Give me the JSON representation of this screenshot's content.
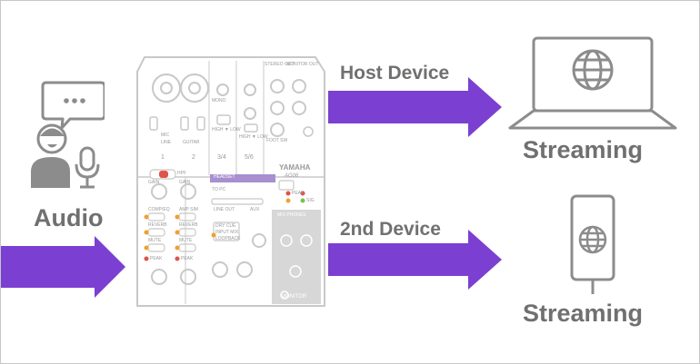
{
  "labels": {
    "audio": "Audio",
    "host_device": "Host Device",
    "second_device": "2nd Device",
    "streaming_top": "Streaming",
    "streaming_bottom": "Streaming"
  },
  "mixer": {
    "brand": "YAMAHA",
    "model": "AG06",
    "channels": [
      "1",
      "2",
      "3/4",
      "5/6"
    ],
    "headset": "HEADSET",
    "monitor": "MONITOR",
    "text": {
      "mic": "MIC",
      "line": "LINE",
      "guitar": "GUITAR",
      "stereo_out": "STEREO OUT",
      "monitor_out": "MONITOR OUT",
      "mono": "MONO",
      "high_low_1": "HIGH ▼ LOW",
      "high_low_2": "HIGH ▼ LOW",
      "foot_sw": "FOOT SW",
      "hpf": "HPF",
      "gain_1": "GAIN",
      "gain_2": "GAIN",
      "amp_sim": "AMP SIM",
      "comp_eq": "COMP/EQ",
      "reverb_1": "REVERB",
      "reverb_2": "REVERB",
      "mute_1": "MUTE",
      "mute_2": "MUTE",
      "peak_1": "PEAK",
      "peak_2": "PEAK",
      "peak_3": "PEAK",
      "sig": "SIG",
      "line_out": "LINE OUT",
      "aux": "AUX",
      "to_pc": "TO PC",
      "dry_cue": "DRY CUE",
      "input_mix": "INPUT MIX",
      "loopback": "LOOPBACK",
      "mix_phones": "MIX PHONES"
    }
  },
  "colors": {
    "arrow": "#7b3fd1",
    "label_text": "#707070",
    "icon_stroke": "#8c8c8c",
    "mixer_line": "#c8c8c8",
    "panel_fill": "#d7d7d7"
  },
  "icons": {
    "speaker": "person-speaking-icon",
    "bubble": "speech-bubble-icon",
    "mic": "microphone-icon",
    "laptop": "laptop-icon",
    "phone": "smartphone-icon",
    "globe": "globe-icon"
  }
}
